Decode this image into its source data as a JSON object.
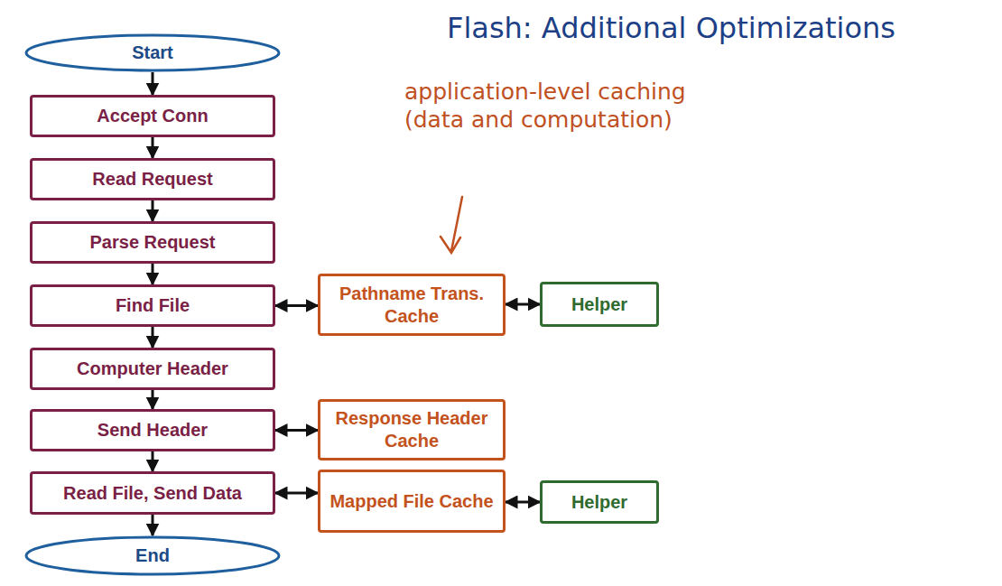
{
  "diagram": {
    "title": "Flash: Additional Optimizations",
    "nodes": [
      {
        "text": [
          "Start"
        ]
      },
      {
        "text": [
          "Accept Conn"
        ]
      },
      {
        "text": [
          "Read Request"
        ]
      },
      {
        "text": [
          "Parse Request"
        ]
      },
      {
        "text": [
          "Find File"
        ]
      },
      {
        "text": [
          "Pathname Trans. Cache"
        ]
      },
      {
        "text": [
          "Helper"
        ]
      },
      {
        "text": [
          "Computer Header"
        ]
      },
      {
        "text": [
          "Send Header"
        ]
      },
      {
        "text": [
          "Response Header Cache"
        ]
      },
      {
        "text": [
          "Read File, Send Data"
        ]
      },
      {
        "text": [
          "Mapped File Cache"
        ]
      },
      {
        "text": [
          "Helper"
        ]
      },
      {
        "text": [
          "End"
        ]
      }
    ],
    "edges": [
      {
        "from": 0,
        "to": 1,
        "arrow": "to"
      },
      {
        "from": 1,
        "to": 2,
        "arrow": "to"
      },
      {
        "from": 2,
        "to": 3,
        "arrow": "to"
      },
      {
        "from": 3,
        "to": 4,
        "arrow": "to"
      },
      {
        "from": 4,
        "to": 7,
        "arrow": "to"
      },
      {
        "from": 7,
        "to": 8,
        "arrow": "to"
      },
      {
        "from": 8,
        "to": 10,
        "arrow": "to"
      },
      {
        "from": 10,
        "to": 13,
        "arrow": "to"
      },
      {
        "from": 4,
        "to": 5,
        "arrow": "both"
      },
      {
        "from": 5,
        "to": 6,
        "arrow": "both"
      },
      {
        "from": 8,
        "to": 9,
        "arrow": "both"
      },
      {
        "from": 10,
        "to": 11,
        "arrow": "both"
      },
      {
        "from": 11,
        "to": 12,
        "arrow": "both"
      }
    ],
    "labels": [
      "application-level caching (data and computation)"
    ]
  }
}
